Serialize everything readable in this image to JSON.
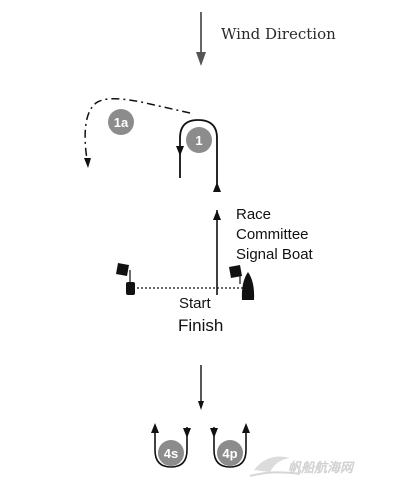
{
  "wind": {
    "label": "Wind Direction"
  },
  "marks": {
    "m1": "1",
    "m1a": "1a",
    "m4s": "4s",
    "m4p": "4p"
  },
  "committee": {
    "line1": "Race",
    "line2": "Committee",
    "line3": "Signal Boat"
  },
  "start_label": "Start",
  "finish_label": "Finish",
  "watermark": {
    "text": "帆船航海网"
  },
  "colors": {
    "line": "#111111",
    "mark_fill": "#8c8c8c",
    "arrow": "#555555"
  }
}
